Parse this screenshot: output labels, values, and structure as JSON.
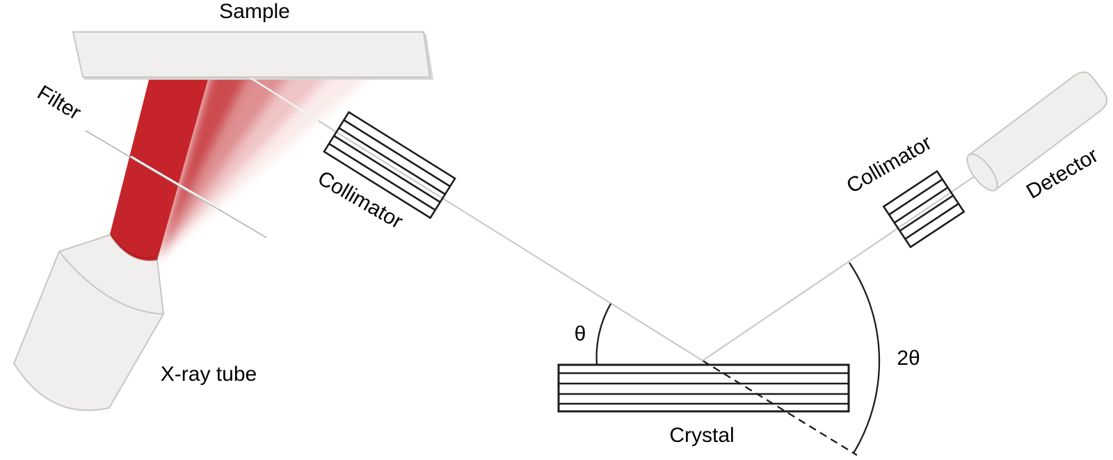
{
  "figure": {
    "labels": {
      "sample": "Sample",
      "filter": "Filter",
      "collimator_primary": "Collimator",
      "xray_tube": "X-ray tube",
      "crystal": "Crystal",
      "theta": "θ",
      "two_theta": "2θ",
      "collimator_secondary": "Collimator",
      "detector": "Detector"
    },
    "colors": {
      "beam_red_deep": "#c5242a",
      "beam_fade_1": "#cc4b4f",
      "beam_fade_2": "#df8f92",
      "beam_fade_3": "#f0c5c6",
      "beam_fade_4": "#fbebeb",
      "component_fill": "#f0efed",
      "sample_fill": "#f1f0ee",
      "component_stroke": "#c6c6c4",
      "beam_path_gray": "#c9c9c9",
      "beam_path_light": "#eef6f5",
      "filter_line_gray": "#b5b5b5",
      "outline_black": "#1c1c1c",
      "label_color": "#000000"
    }
  }
}
